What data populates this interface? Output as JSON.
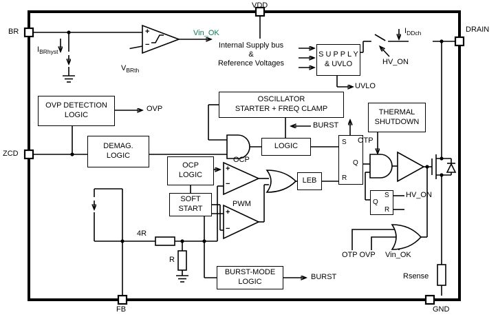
{
  "pins": {
    "br": "BR",
    "zcd": "ZCD",
    "fb": "FB",
    "vdd": "VDD",
    "drain": "DRAIN",
    "gnd": "GND"
  },
  "blocks": {
    "ovp_detection": "OVP DETECTION\nLOGIC",
    "supply_uvlo": "S U P P L Y\n& UVLO",
    "oscillator": "OSCILLATOR\nSTARTER + FREQ CLAMP",
    "thermal_shutdown": "THERMAL\nSHUTDOWN",
    "demag": "DEMAG.\nLOGIC",
    "logic": "LOGIC",
    "ocp_logic": "OCP\nLOGIC",
    "soft_start": "SOFT\nSTART",
    "leb": "LEB",
    "burst_mode": "BURST-MODE\nLOGIC"
  },
  "labels": {
    "internal_supply": "Internal Supply bus\n&\nReference Voltages",
    "vin_ok_top": "Vin_OK",
    "vin_ok_bottom": "Vin_OK",
    "otp_ovp": "OTP OVP",
    "hv_on_top": "HV_ON",
    "hv_on_latch": "HV_ON",
    "uvlo": "UVLO",
    "ovp": "OVP",
    "burst_mid": "BURST",
    "burst_bottom": "BURST",
    "ocp": "OCP",
    "pwm": "PWM",
    "otp": "OTP",
    "r4": "4R",
    "r": "R",
    "rsense": "Rsense",
    "vbrth": {
      "main": "V",
      "sub": "BRth"
    },
    "ibrhyst": {
      "main": "I",
      "sub": "BRhyst"
    },
    "iddch": {
      "main": "I",
      "sub": "DDch"
    }
  },
  "latch": {
    "s": "S",
    "q": "Q",
    "r": "R"
  },
  "comparator": {
    "plus": "+",
    "minus": "−"
  },
  "colors": {
    "vin_ok_accent": "#0e7b52",
    "wire": "#000000"
  }
}
